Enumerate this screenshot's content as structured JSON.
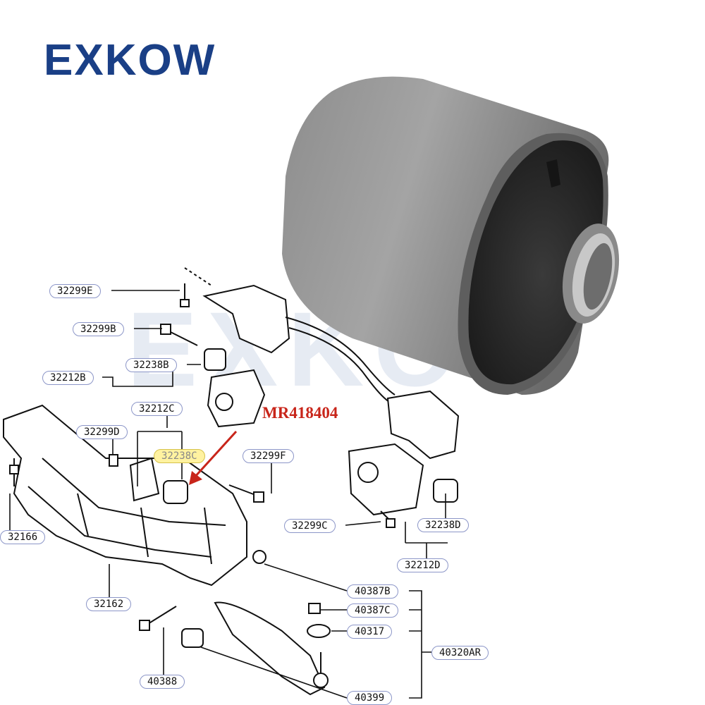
{
  "brand": {
    "name": "EXKOW",
    "watermark": "EXKOW"
  },
  "callout": {
    "part_number": "MR418404"
  },
  "part_labels": {
    "p32299E": "32299E",
    "p32299B": "32299B",
    "p32238B": "32238B",
    "p32212B": "32212B",
    "p32212C": "32212C",
    "p32299D": "32299D",
    "p32238C": "32238C",
    "p32299F": "32299F",
    "p32166": "32166",
    "p32299C": "32299C",
    "p32238D": "32238D",
    "p32212D": "32212D",
    "p32162": "32162",
    "p40387B": "40387B",
    "p40387C": "40387C",
    "p40317": "40317",
    "p40320AR": "40320AR",
    "p40388": "40388",
    "p40399": "40399"
  },
  "colors": {
    "brand": "#1a3f86",
    "callout": "#c8251a",
    "highlight": "#fff2a0",
    "label_border": "#8c96c8"
  }
}
